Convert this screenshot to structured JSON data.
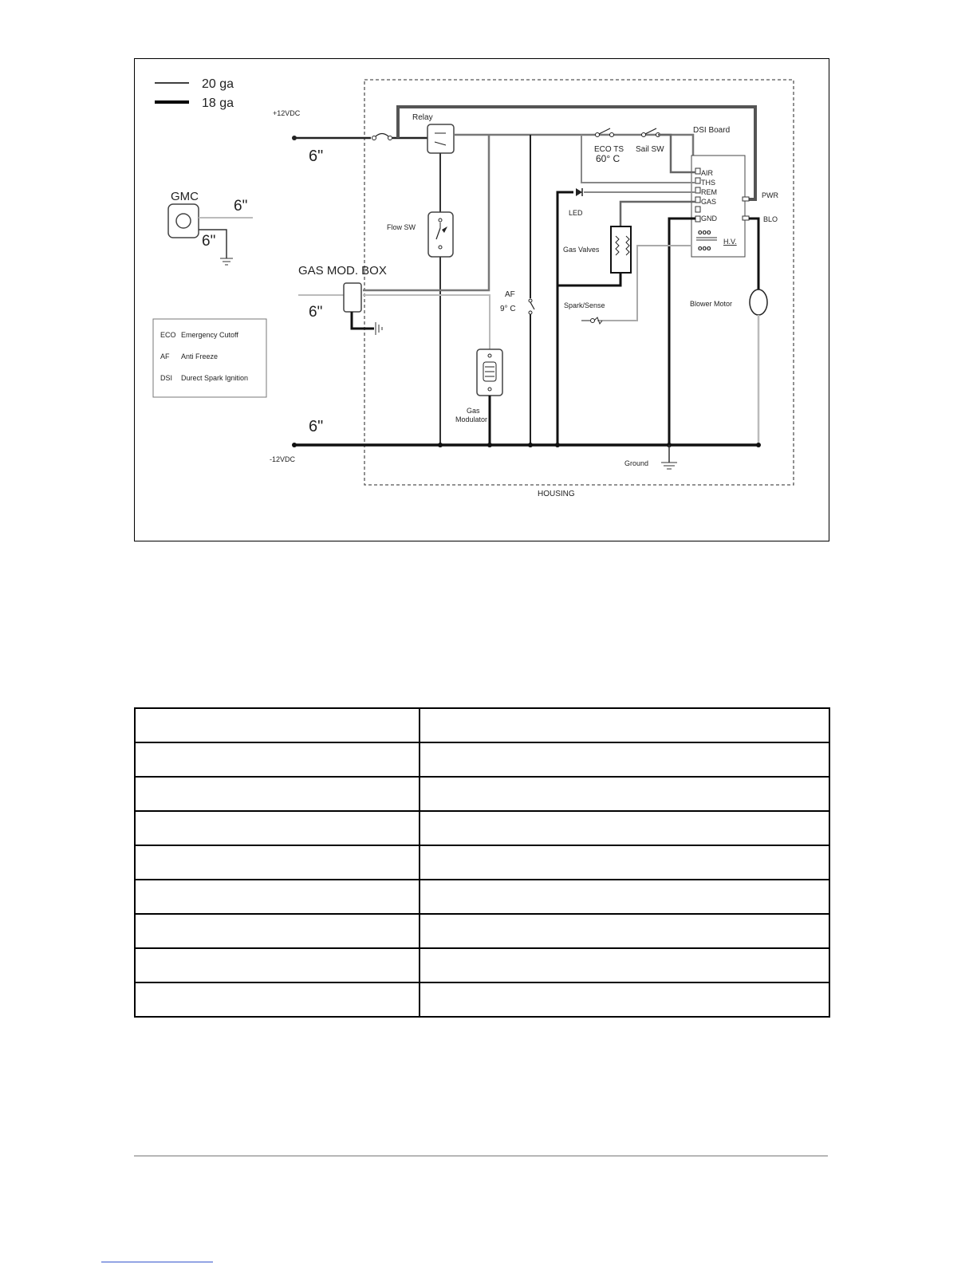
{
  "legend": {
    "thin": "20 ga",
    "thick": "18 ga"
  },
  "labels": {
    "plus12": "+12VDC",
    "minus12": "-12VDC",
    "six": "6\"",
    "relay": "Relay",
    "dsi_board": "DSI Board",
    "eco_ts": "ECO TS",
    "eco_temp": "60° C",
    "sail_sw": "Sail SW",
    "flow_sw": "Flow SW",
    "gmc": "GMC",
    "gas_mod_box": "GAS MOD. BOX",
    "led": "LED",
    "gas_valves": "Gas Valves",
    "af": "AF",
    "af_temp": "9° C",
    "spark_sense": "Spark/Sense",
    "blower_motor": "Blower Motor",
    "gas_mod_1": "Gas",
    "gas_mod_2": "Modulator",
    "ground": "Ground",
    "housing": "HOUSING",
    "pwr": "PWR",
    "blo": "BLO",
    "hv": "H.V.",
    "pins": [
      "AIR",
      "THS",
      "REM",
      "GAS",
      "GND"
    ]
  },
  "key": [
    {
      "abbr": "ECO",
      "text": "Emergency Cutoff"
    },
    {
      "abbr": "AF",
      "text": "Anti Freeze"
    },
    {
      "abbr": "DSI",
      "text": "Durect Spark Ignition"
    }
  ],
  "table": {
    "rows": 9,
    "cols": 2
  }
}
